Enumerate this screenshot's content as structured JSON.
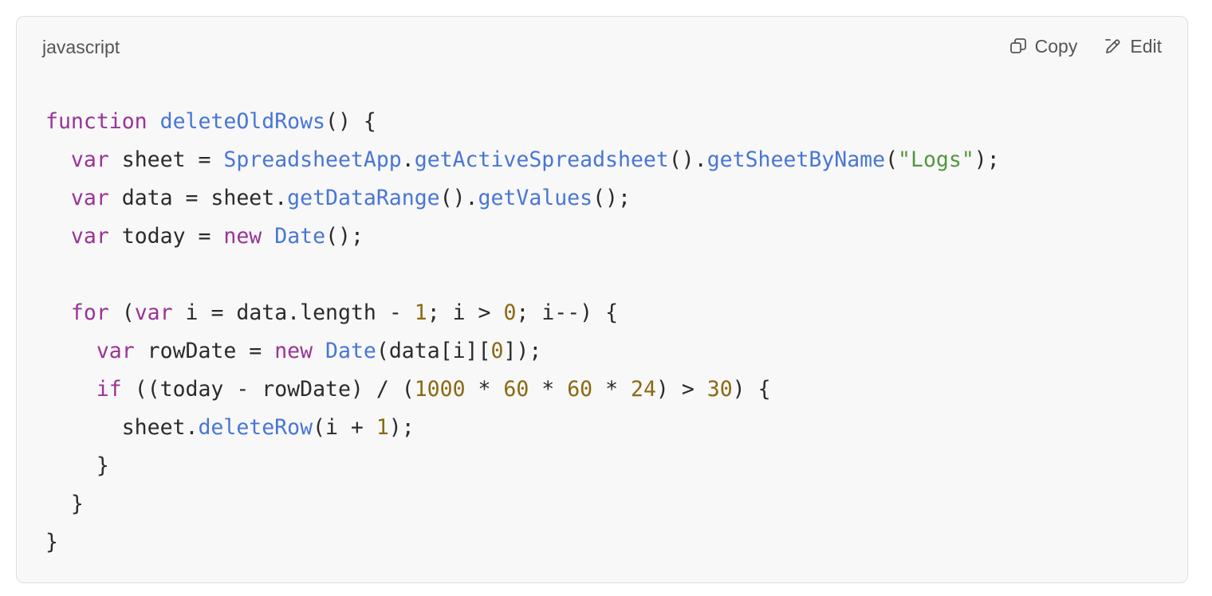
{
  "code_block": {
    "language_label": "javascript",
    "copy_label": "Copy",
    "edit_label": "Edit",
    "copy_icon": "copy-icon",
    "edit_icon": "edit-pencil-icon",
    "colors": {
      "keyword": "#9a3396",
      "function": "#4876d6",
      "string": "#53973f",
      "number": "#8b6914",
      "plain": "#2b2b2b",
      "background": "#f8f8f8"
    },
    "lines": [
      [
        [
          "k",
          "function"
        ],
        [
          "p",
          " "
        ],
        [
          "f",
          "deleteOldRows"
        ],
        [
          "p",
          "() {"
        ]
      ],
      [
        [
          "p",
          "  "
        ],
        [
          "k",
          "var"
        ],
        [
          "p",
          " sheet = "
        ],
        [
          "f",
          "SpreadsheetApp"
        ],
        [
          "p",
          "."
        ],
        [
          "f",
          "getActiveSpreadsheet"
        ],
        [
          "p",
          "()."
        ],
        [
          "f",
          "getSheetByName"
        ],
        [
          "p",
          "("
        ],
        [
          "s",
          "\"Logs\""
        ],
        [
          "p",
          ");"
        ]
      ],
      [
        [
          "p",
          "  "
        ],
        [
          "k",
          "var"
        ],
        [
          "p",
          " data = sheet."
        ],
        [
          "f",
          "getDataRange"
        ],
        [
          "p",
          "()."
        ],
        [
          "f",
          "getValues"
        ],
        [
          "p",
          "();"
        ]
      ],
      [
        [
          "p",
          "  "
        ],
        [
          "k",
          "var"
        ],
        [
          "p",
          " today = "
        ],
        [
          "k",
          "new"
        ],
        [
          "p",
          " "
        ],
        [
          "f",
          "Date"
        ],
        [
          "p",
          "();"
        ]
      ],
      [],
      [
        [
          "p",
          "  "
        ],
        [
          "k",
          "for"
        ],
        [
          "p",
          " ("
        ],
        [
          "k",
          "var"
        ],
        [
          "p",
          " i = data.length - "
        ],
        [
          "n",
          "1"
        ],
        [
          "p",
          "; i > "
        ],
        [
          "n",
          "0"
        ],
        [
          "p",
          "; i--) {"
        ]
      ],
      [
        [
          "p",
          "    "
        ],
        [
          "k",
          "var"
        ],
        [
          "p",
          " rowDate = "
        ],
        [
          "k",
          "new"
        ],
        [
          "p",
          " "
        ],
        [
          "f",
          "Date"
        ],
        [
          "p",
          "(data[i]["
        ],
        [
          "n",
          "0"
        ],
        [
          "p",
          "]);"
        ]
      ],
      [
        [
          "p",
          "    "
        ],
        [
          "k",
          "if"
        ],
        [
          "p",
          " ((today - rowDate) / ("
        ],
        [
          "n",
          "1000"
        ],
        [
          "p",
          " * "
        ],
        [
          "n",
          "60"
        ],
        [
          "p",
          " * "
        ],
        [
          "n",
          "60"
        ],
        [
          "p",
          " * "
        ],
        [
          "n",
          "24"
        ],
        [
          "p",
          ") > "
        ],
        [
          "n",
          "30"
        ],
        [
          "p",
          ") {"
        ]
      ],
      [
        [
          "p",
          "      sheet."
        ],
        [
          "f",
          "deleteRow"
        ],
        [
          "p",
          "(i + "
        ],
        [
          "n",
          "1"
        ],
        [
          "p",
          ");"
        ]
      ],
      [
        [
          "p",
          "    }"
        ]
      ],
      [
        [
          "p",
          "  }"
        ]
      ],
      [
        [
          "p",
          "}"
        ]
      ]
    ]
  }
}
